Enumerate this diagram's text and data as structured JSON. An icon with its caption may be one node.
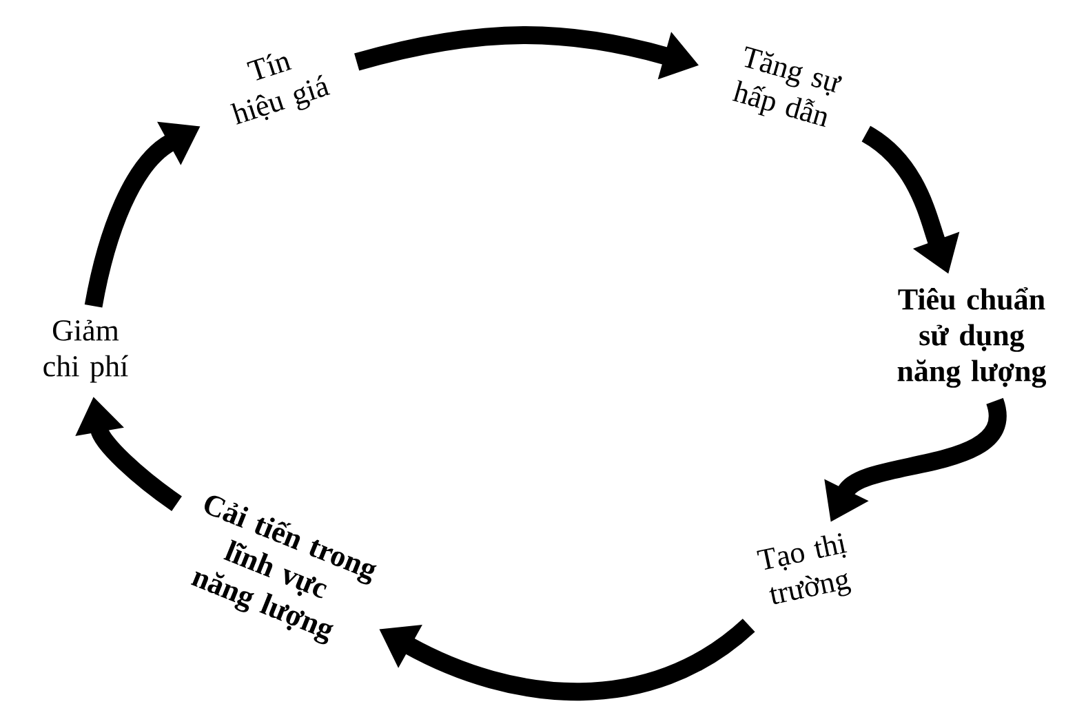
{
  "diagram": {
    "nodes": [
      {
        "text": [
          "Tín hiệu giá"
        ]
      },
      {
        "text": [
          "Tăng sự hấp dẫn"
        ]
      },
      {
        "text": [
          "Tiêu chuẩn sử dụng năng lượng"
        ]
      },
      {
        "text": [
          "Tạo thị trường"
        ]
      },
      {
        "text": [
          "Cải tiến trong lĩnh vực năng lượng"
        ]
      },
      {
        "text": [
          "Giảm chi phí"
        ]
      }
    ],
    "edges": [
      {
        "from": 0,
        "to": 1,
        "arrow": "to"
      },
      {
        "from": 1,
        "to": 2,
        "arrow": "to"
      },
      {
        "from": 2,
        "to": 3,
        "arrow": "to"
      },
      {
        "from": 3,
        "to": 4,
        "arrow": "to"
      },
      {
        "from": 4,
        "to": 5,
        "arrow": "to"
      },
      {
        "from": 5,
        "to": 0,
        "arrow": "to"
      }
    ]
  }
}
